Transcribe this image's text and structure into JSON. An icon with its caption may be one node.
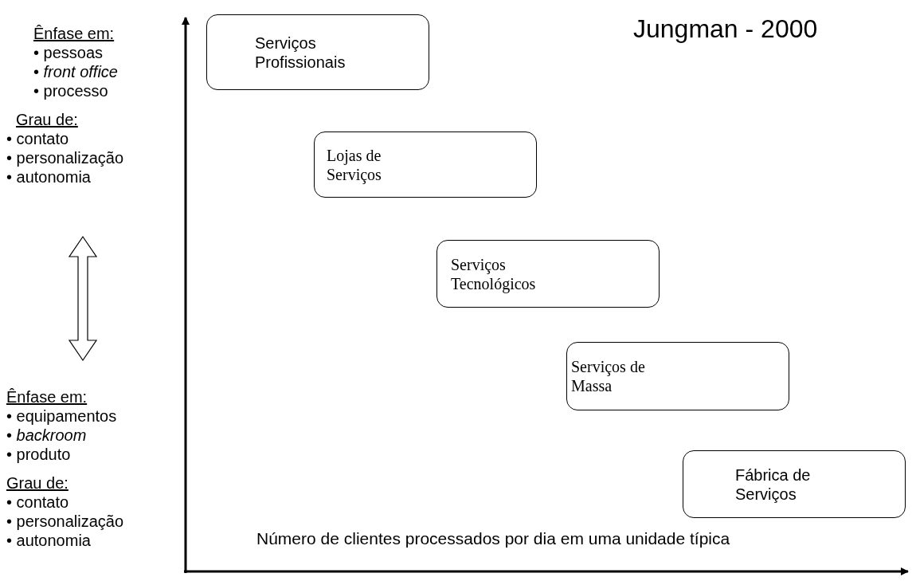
{
  "diagram": {
    "title": "Jungman - 2000",
    "nodes": [
      {
        "text": [
          "Serviços Profissionais"
        ]
      },
      {
        "text": [
          "Lojas de Serviços"
        ]
      },
      {
        "text": [
          "Serviços Tecnológicos"
        ]
      },
      {
        "text": [
          "Serviços de Massa"
        ]
      },
      {
        "text": [
          "Fábrica de Serviços"
        ]
      }
    ],
    "edges": [],
    "labels": [
      "Ênfase em:",
      "• pessoas",
      "• *front office*",
      "• processo",
      "Grau de:",
      "• contato",
      "• personalização",
      "• autonomia",
      "Ênfase em:",
      "• equipamentos",
      "• *backroom*",
      "• produto",
      "Grau de:",
      "• contato",
      "• personalização",
      "• autonomia",
      "Número de clientes processados por dia em uma unidade típica"
    ]
  }
}
